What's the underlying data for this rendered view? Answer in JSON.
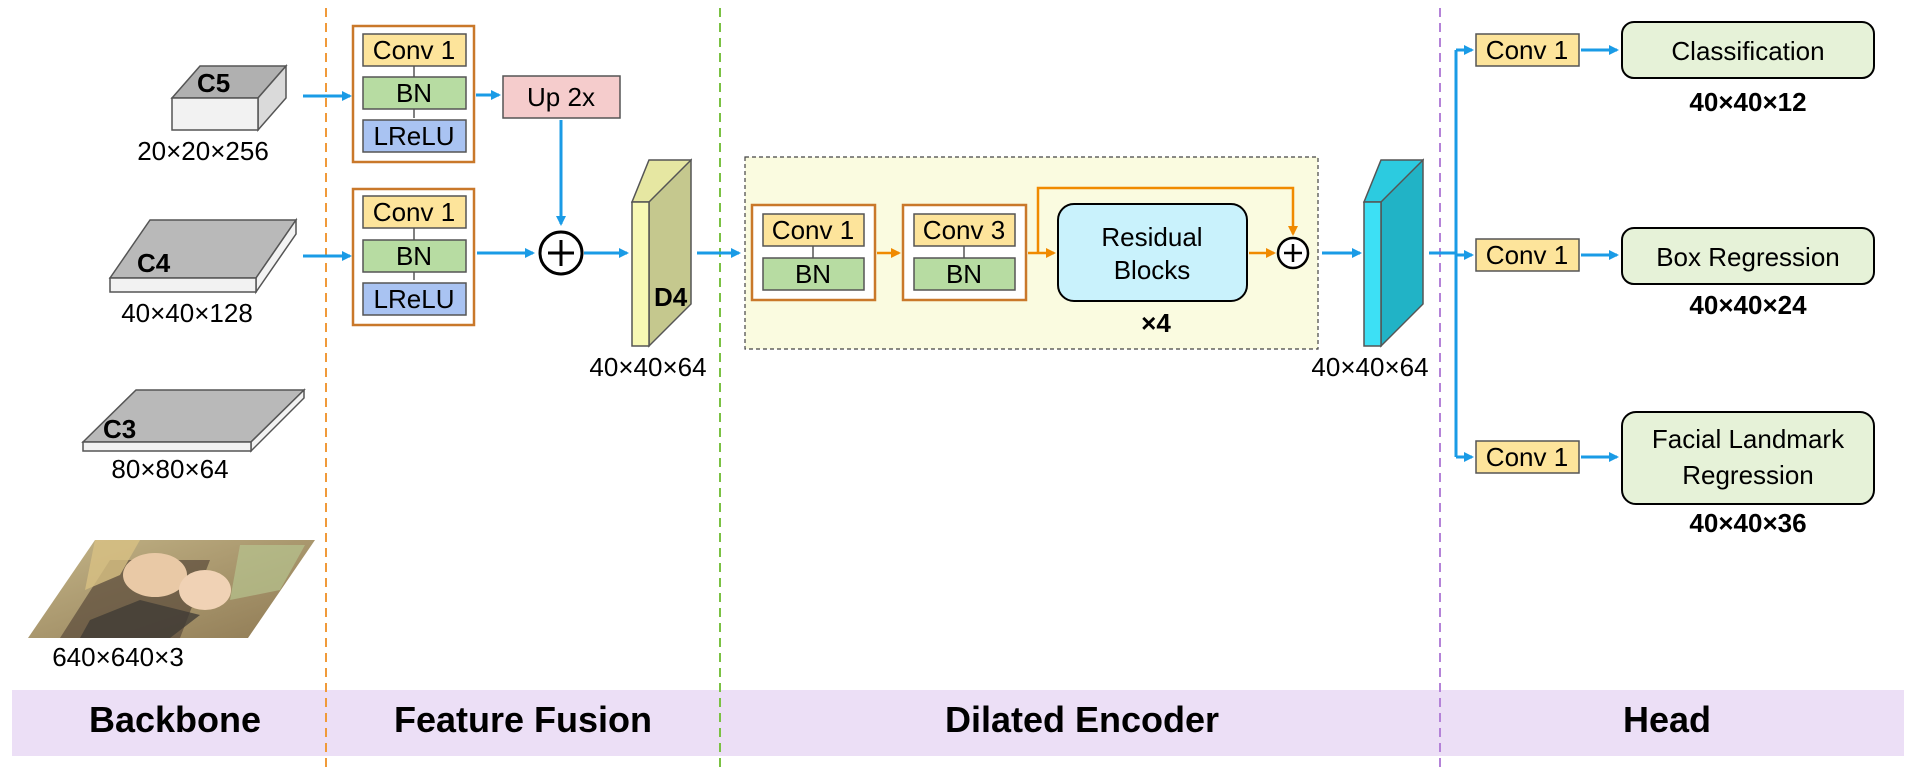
{
  "backbone": {
    "c5": {
      "label": "C5",
      "dims": "20×20×256"
    },
    "c4": {
      "label": "C4",
      "dims": "40×40×128"
    },
    "c3": {
      "label": "C3",
      "dims": "80×80×64"
    },
    "input": {
      "dims": "640×640×3"
    }
  },
  "fusion": {
    "top": {
      "conv": "Conv 1",
      "bn": "BN",
      "act": "LReLU"
    },
    "bottom": {
      "conv": "Conv 1",
      "bn": "BN",
      "act": "LReLU"
    },
    "upsample": "Up 2x",
    "d4": {
      "label": "D4",
      "dims": "40×40×64"
    }
  },
  "encoder": {
    "block1": {
      "conv": "Conv 1",
      "bn": "BN"
    },
    "block2": {
      "conv": "Conv 3",
      "bn": "BN"
    },
    "residual": {
      "line1": "Residual",
      "line2": "Blocks"
    },
    "repeat": "×4",
    "output_dims": "40×40×64"
  },
  "head": {
    "branches": [
      {
        "conv": "Conv 1",
        "task": "Classification",
        "dims": "40×40×12"
      },
      {
        "conv": "Conv 1",
        "task": "Box Regression",
        "dims": "40×40×24"
      },
      {
        "conv": "Conv 1",
        "task_line1": "Facial Landmark",
        "task_line2": "Regression",
        "dims": "40×40×36"
      }
    ]
  },
  "sections": [
    "Backbone",
    "Feature Fusion",
    "Dilated Encoder",
    "Head"
  ],
  "colors": {
    "conv": "#fde49b",
    "bn": "#b7dca2",
    "lrelu": "#a9c3f2",
    "upsample": "#f5cccc",
    "module_border": "#c9782a",
    "orange_arrow": "#f08a00",
    "blue_arrow": "#1a9be6",
    "encoder_bg": "#fafbe0",
    "residual": "#c9f2fc",
    "head_box": "#e6f2d8",
    "d4_front": "#f7f8b4",
    "d4_side": "#c5c88e",
    "enc_front": "#3de0f5",
    "enc_side": "#21b3c6",
    "band": "#ecdff6",
    "divider_orange": "#f09a3a",
    "divider_green": "#7ac143",
    "divider_purple": "#b482d8"
  }
}
